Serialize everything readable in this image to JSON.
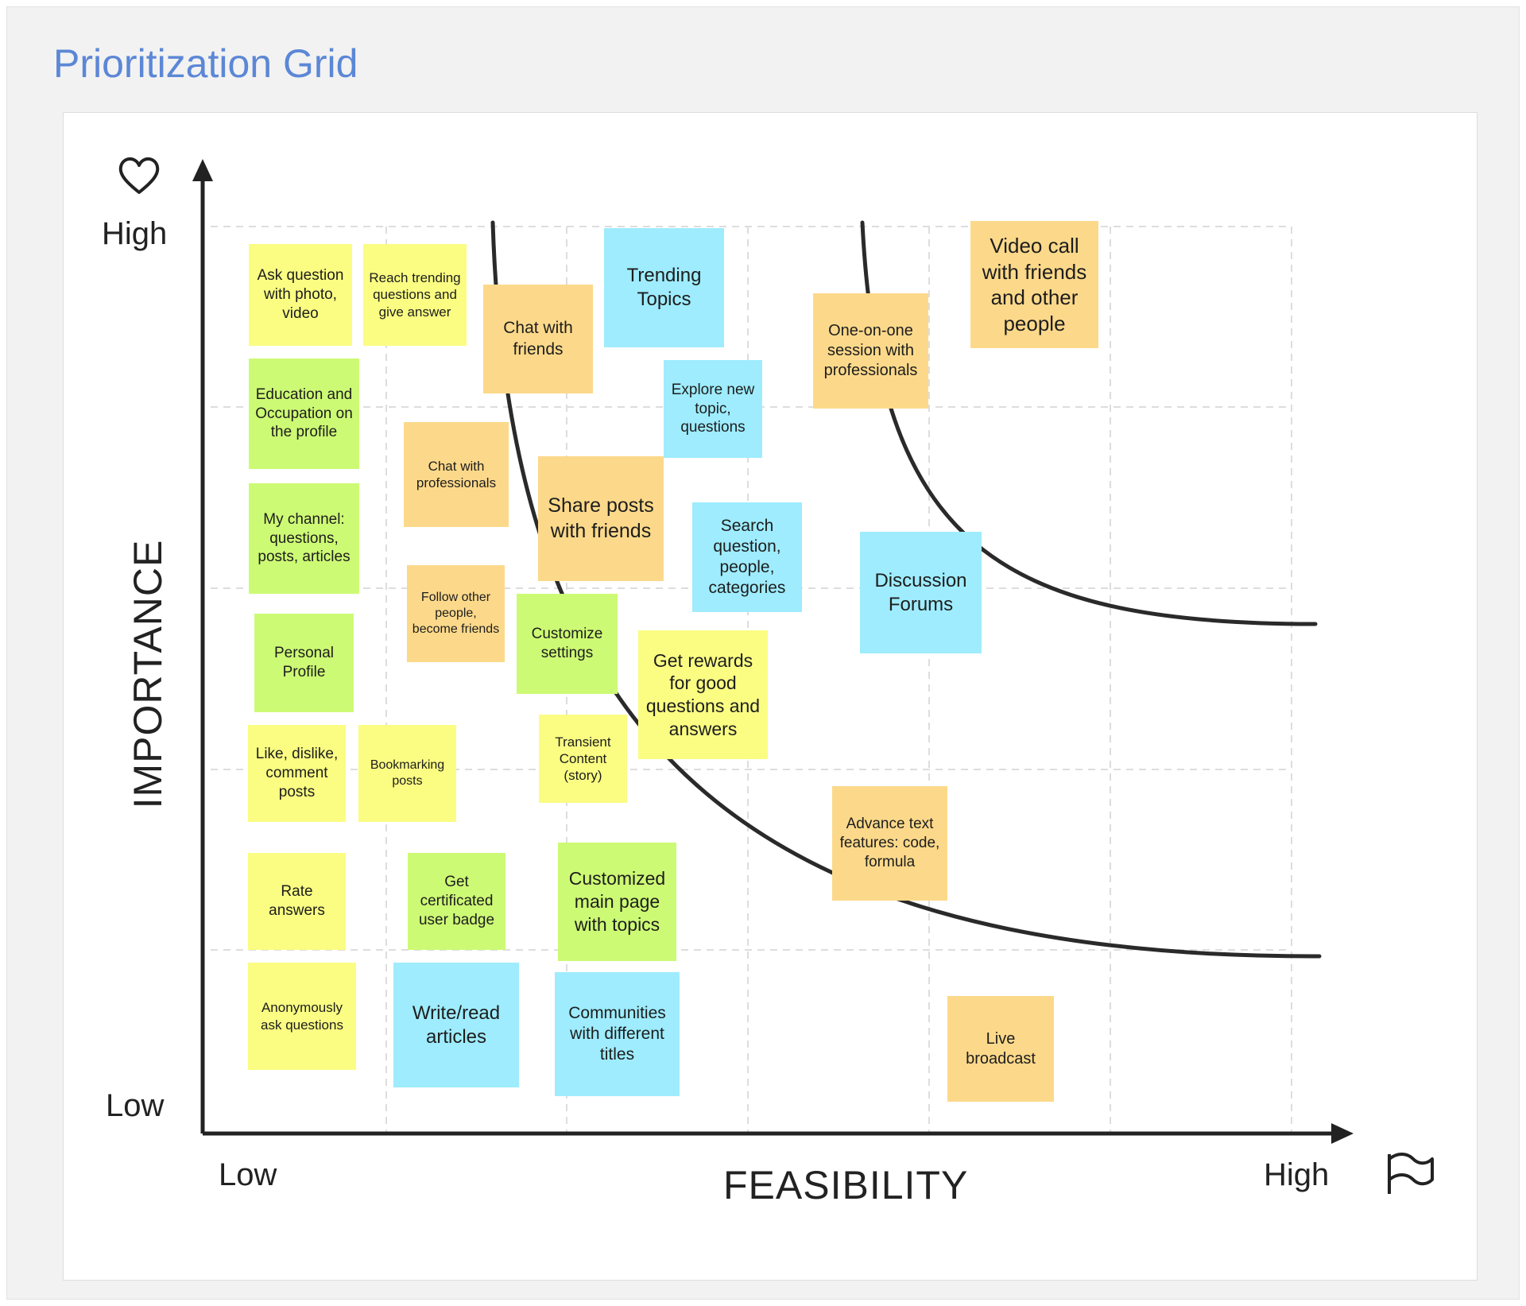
{
  "title": "Prioritization Grid",
  "y_axis": {
    "title": "IMPORTANCE",
    "high_label": "High",
    "low_label": "Low"
  },
  "x_axis": {
    "title": "FEASIBILITY",
    "low_label": "Low",
    "high_label": "High"
  },
  "icons": {
    "importance": "heart-icon",
    "feasibility": "flag-icon"
  },
  "colors": {
    "title": "#5c87d6",
    "yellow_note": "#fafd82",
    "orange_note": "#fcd98a",
    "green_note": "#cdfa74",
    "blue_note": "#9eecfd",
    "axis": "#222222",
    "grid": "#dddddd"
  },
  "notes": [
    {
      "text": "Ask question with photo, video",
      "color": "yellow"
    },
    {
      "text": "Reach trending questions and give answer",
      "color": "yellow"
    },
    {
      "text": "Chat with friends",
      "color": "orange"
    },
    {
      "text": "Trending Topics",
      "color": "blue"
    },
    {
      "text": "One-on-one session with professionals",
      "color": "orange"
    },
    {
      "text": "Video call with friends and other people",
      "color": "orange"
    },
    {
      "text": "Education and Occupation on the profile",
      "color": "green"
    },
    {
      "text": "Chat with professionals",
      "color": "orange"
    },
    {
      "text": "Explore new topic, questions",
      "color": "blue"
    },
    {
      "text": "Share posts with friends",
      "color": "orange"
    },
    {
      "text": "My channel: questions, posts, articles",
      "color": "green"
    },
    {
      "text": "Search question, people, categories",
      "color": "blue"
    },
    {
      "text": "Discussion Forums",
      "color": "blue"
    },
    {
      "text": "Follow other people, become friends",
      "color": "orange"
    },
    {
      "text": "Customize settings",
      "color": "green"
    },
    {
      "text": "Personal Profile",
      "color": "green"
    },
    {
      "text": "Get rewards for good questions and answers",
      "color": "yellow"
    },
    {
      "text": "Like, dislike, comment posts",
      "color": "yellow"
    },
    {
      "text": "Bookmarking posts",
      "color": "yellow"
    },
    {
      "text": "Transient Content (story)",
      "color": "yellow"
    },
    {
      "text": "Advance text features: code, formula",
      "color": "orange"
    },
    {
      "text": "Rate answers",
      "color": "yellow"
    },
    {
      "text": "Get certificated user badge",
      "color": "green"
    },
    {
      "text": "Customized main page with topics",
      "color": "green"
    },
    {
      "text": "Anonymously ask questions",
      "color": "yellow"
    },
    {
      "text": "Write/read articles",
      "color": "blue"
    },
    {
      "text": "Communities with different titles",
      "color": "blue"
    },
    {
      "text": "Live broadcast",
      "color": "orange"
    }
  ]
}
